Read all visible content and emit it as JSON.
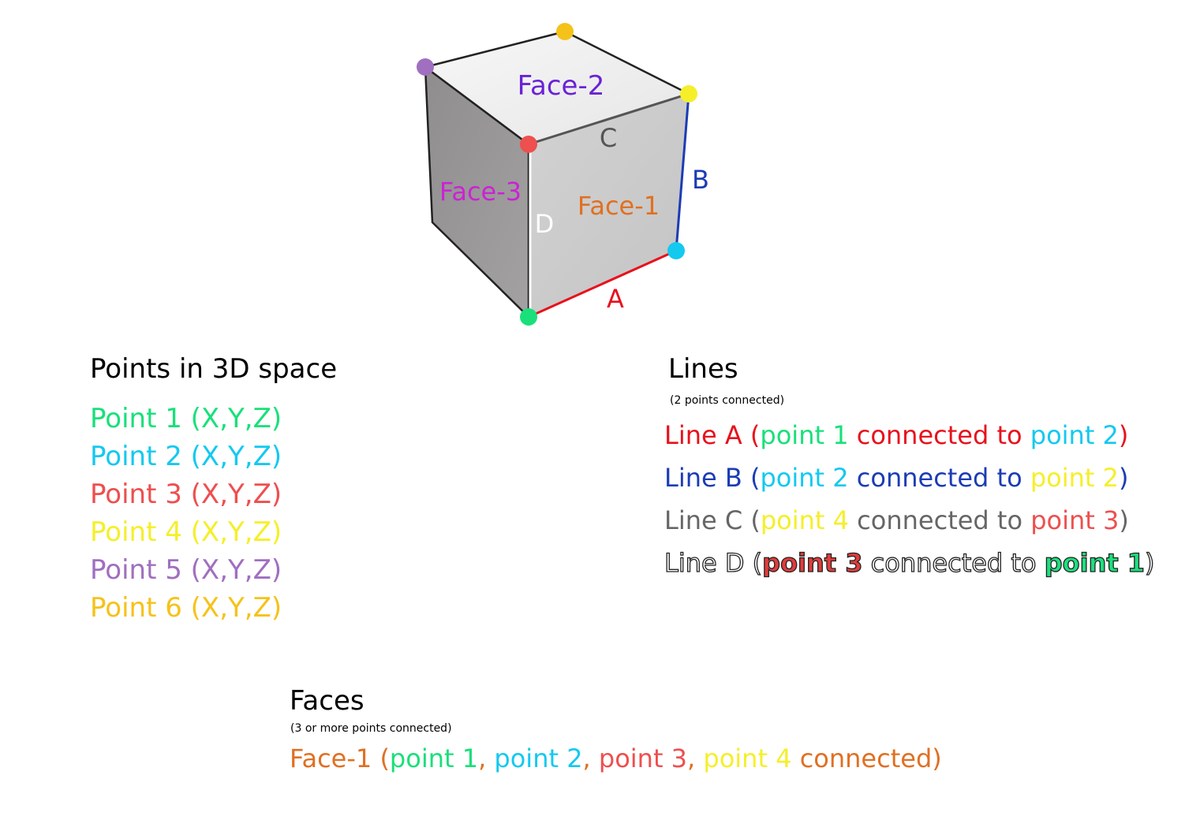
{
  "colors": {
    "green": "#19e07a",
    "cyan": "#14c9ef",
    "red": "#ee4f4f",
    "yellow": "#f5ef2a",
    "purple": "#a06fc0",
    "gold": "#f5c21a",
    "lineA": "#e8111c",
    "lineB": "#1c3cb5",
    "lineC": "#666666",
    "face1": "#e07022",
    "face2": "#6a22d6",
    "face3": "#cc22d4"
  },
  "cube": {
    "face_labels": {
      "face1": "Face-1",
      "face2": "Face-2",
      "face3": "Face-3"
    },
    "edge_labels": {
      "a": "A",
      "b": "B",
      "c": "C",
      "d": "D"
    }
  },
  "points_section": {
    "title": "Points in 3D space",
    "items": [
      {
        "label": "Point 1",
        "coords": "(X,Y,Z)",
        "color": "#19e07a"
      },
      {
        "label": "Point 2",
        "coords": "(X,Y,Z)",
        "color": "#14c9ef"
      },
      {
        "label": "Point 3",
        "coords": "(X,Y,Z)",
        "color": "#ee4f4f"
      },
      {
        "label": "Point 4",
        "coords": "(X,Y,Z)",
        "color": "#f5ef2a"
      },
      {
        "label": "Point 5",
        "coords": "(X,Y,Z)",
        "color": "#a06fc0"
      },
      {
        "label": "Point 6",
        "coords": "(X,Y,Z)",
        "color": "#f5c21a"
      }
    ]
  },
  "lines_section": {
    "title": "Lines",
    "subtitle": "(2 points connected)",
    "connected": "connected to",
    "a": {
      "name": "Line A",
      "p1": "point 1",
      "p2": "point 2"
    },
    "b": {
      "name": "Line B",
      "p1": "point 2",
      "p2": "point 2"
    },
    "c": {
      "name": "Line C",
      "p1": "point 4",
      "p2": "point 3"
    },
    "d": {
      "name": "Line D",
      "p1": "point 3",
      "p2": "point 1"
    }
  },
  "faces_section": {
    "title": "Faces",
    "subtitle": "(3 or more points connected)",
    "face1": {
      "name": "Face-1",
      "p1": "point 1",
      "p2": "point 2",
      "p3": "point 3",
      "p4": "point 4",
      "suffix": "connected)"
    }
  }
}
